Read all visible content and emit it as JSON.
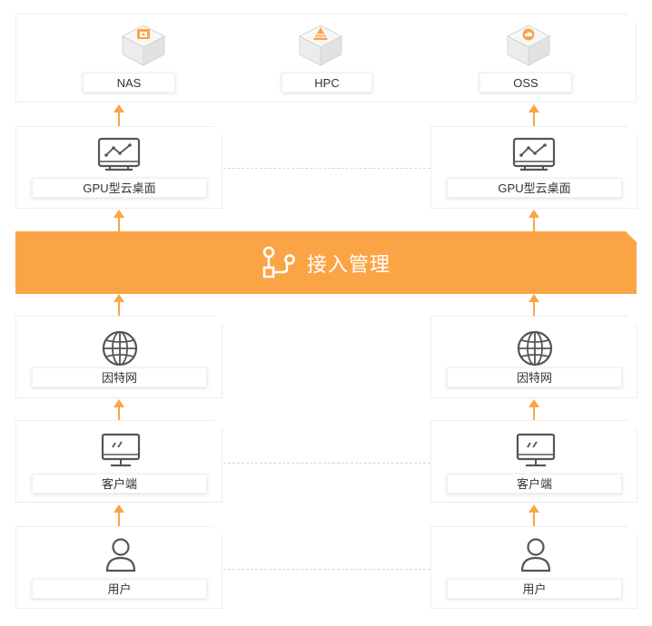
{
  "storage": {
    "nas_label": "NAS",
    "hpc_label": "HPC",
    "oss_label": "OSS"
  },
  "desktop": {
    "left_label": "GPU型云桌面",
    "right_label": "GPU型云桌面"
  },
  "access": {
    "title": "接入管理"
  },
  "internet": {
    "left_label": "因特网",
    "right_label": "因特网"
  },
  "client": {
    "left_label": "客户端",
    "right_label": "客户端"
  },
  "user": {
    "left_label": "用户",
    "right_label": "用户"
  },
  "colors": {
    "accent": "#fba446",
    "icon_gray": "#555555",
    "dash": "#d8d8d8"
  },
  "icons": [
    "nas-icon",
    "hpc-icon",
    "oss-icon",
    "monitor-chart-icon",
    "globe-icon",
    "desktop-computer-icon",
    "user-icon",
    "flow-icon",
    "arrow-up-icon"
  ]
}
